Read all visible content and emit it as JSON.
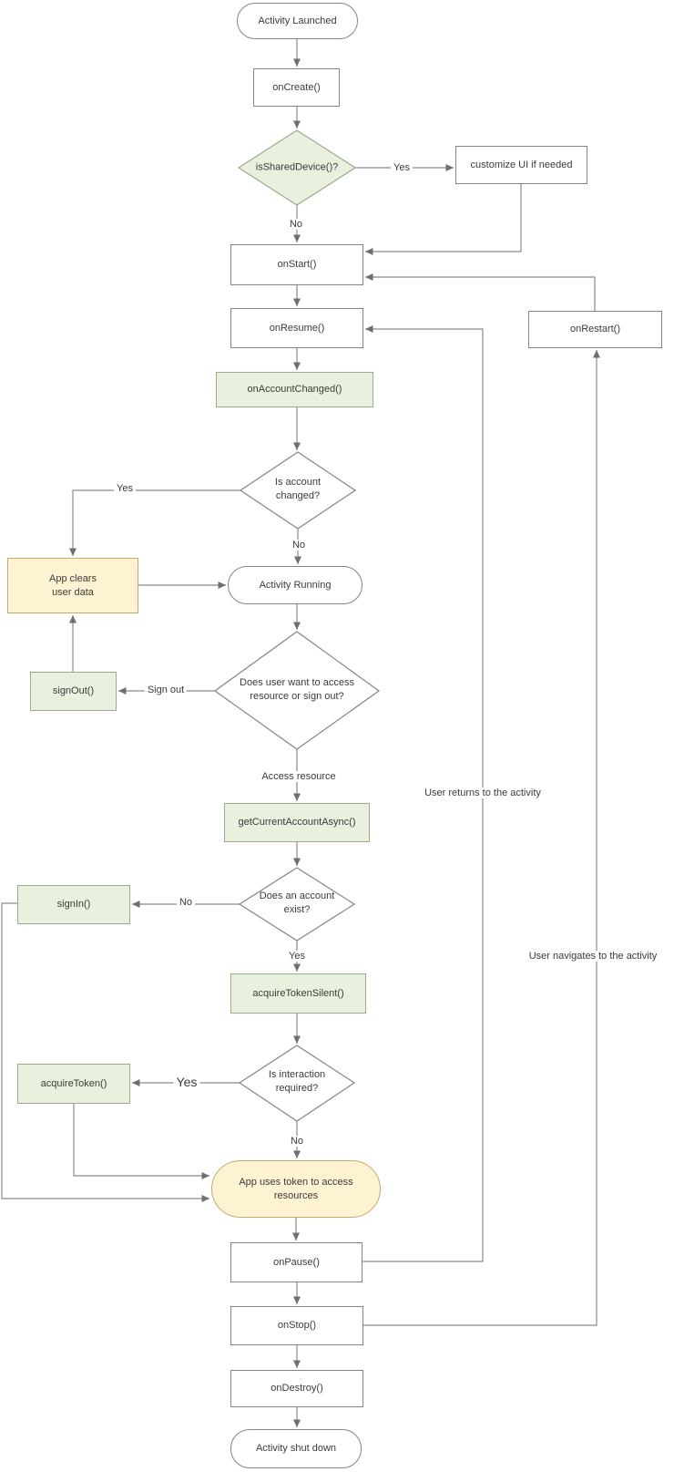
{
  "colors": {
    "line": "#8a8a8a",
    "arrowhead": "#6f6f6f",
    "box_border": "#848484",
    "green_fill": "#e8f1de",
    "green_border": "#9cab8d",
    "yellow_fill": "#fdf2d1",
    "yellow_border": "#c2aa6c",
    "text": "#3b3b3b"
  },
  "nodes": {
    "activity_launched": {
      "label": "Activity Launched",
      "shape": "terminator",
      "fill": "white"
    },
    "on_create": {
      "label": "onCreate()",
      "shape": "rect",
      "fill": "white"
    },
    "is_shared_device": {
      "label": "isSharedDevice()?",
      "shape": "diamond",
      "fill": "green"
    },
    "customize_ui": {
      "label": "customize UI if needed",
      "shape": "rect",
      "fill": "white"
    },
    "on_start": {
      "label": "onStart()",
      "shape": "rect",
      "fill": "white"
    },
    "on_resume": {
      "label": "onResume()",
      "shape": "rect",
      "fill": "white"
    },
    "on_restart": {
      "label": "onRestart()",
      "shape": "rect",
      "fill": "white"
    },
    "on_account_changed": {
      "label": "onAccountChanged()",
      "shape": "rect",
      "fill": "green"
    },
    "is_account_changed": {
      "label": "Is account changed?",
      "shape": "diamond",
      "fill": "white"
    },
    "app_clears_user_data": {
      "label": "App clears user data",
      "shape": "rect",
      "fill": "yellow"
    },
    "activity_running": {
      "label": "Activity Running",
      "shape": "terminator",
      "fill": "white"
    },
    "sign_out_fn": {
      "label": "signOut()",
      "shape": "rect",
      "fill": "green"
    },
    "access_or_signout": {
      "label": "Does user want to access resource or sign out?",
      "shape": "diamond",
      "fill": "white"
    },
    "get_current_account": {
      "label": "getCurrentAccountAsync()",
      "shape": "rect",
      "fill": "green"
    },
    "account_exists": {
      "label": "Does an account exist?",
      "shape": "diamond",
      "fill": "white"
    },
    "sign_in_fn": {
      "label": "signIn()",
      "shape": "rect",
      "fill": "green"
    },
    "acquire_token_silent": {
      "label": "acquireTokenSilent()",
      "shape": "rect",
      "fill": "green"
    },
    "is_interaction_required": {
      "label": "Is interaction required?",
      "shape": "diamond",
      "fill": "white"
    },
    "acquire_token": {
      "label": "acquireToken()",
      "shape": "rect",
      "fill": "green"
    },
    "app_uses_token": {
      "label": "App uses token to access resources",
      "shape": "terminator",
      "fill": "yellow"
    },
    "on_pause": {
      "label": "onPause()",
      "shape": "rect",
      "fill": "white"
    },
    "on_stop": {
      "label": "onStop()",
      "shape": "rect",
      "fill": "white"
    },
    "on_destroy": {
      "label": "onDestroy()",
      "shape": "rect",
      "fill": "white"
    },
    "activity_shut_down": {
      "label": "Activity shut down",
      "shape": "terminator",
      "fill": "white"
    }
  },
  "edge_labels": {
    "shared_yes": "Yes",
    "shared_no": "No",
    "account_changed_yes": "Yes",
    "account_changed_no": "No",
    "sign_out": "Sign out",
    "access_resource": "Access resource",
    "account_exists_no": "No",
    "account_exists_yes": "Yes",
    "interaction_yes": "Yes",
    "interaction_no": "No",
    "user_returns": "User returns to the activity",
    "user_navigates": "User navigates to the activity"
  }
}
